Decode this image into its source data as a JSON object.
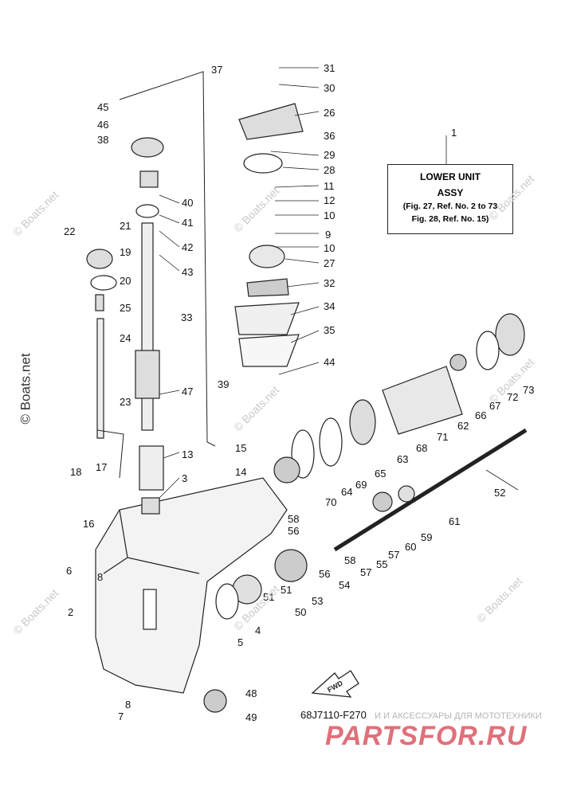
{
  "info_box": {
    "title": "LOWER UNIT",
    "subtitle": "ASSY",
    "ref1": "(Fig. 27, Ref. No. 2 to 73",
    "ref2": "Fig. 28, Ref. No. 15)"
  },
  "part_code": "68J7110-F270",
  "footer_tagline": "И И АКСЕССУАРЫ ДЛЯ МОТОТЕХНИКИ",
  "footer_brand": "PARTSFOR.RU",
  "copyright_text": "© Boats.net",
  "watermark_text": "© Boats.net",
  "fwd_label": "FWD",
  "colors": {
    "line": "#222222",
    "watermark": "#c9c9c9",
    "brand": "#e0707a"
  },
  "labels": {
    "n1": "1",
    "n2": "2",
    "n3": "3",
    "n4": "4",
    "n5": "5",
    "n6": "6",
    "n7": "7",
    "n8a": "8",
    "n8b": "8",
    "n9": "9",
    "n10a": "10",
    "n10b": "10",
    "n11": "11",
    "n12": "12",
    "n13": "13",
    "n14": "14",
    "n15": "15",
    "n16": "16",
    "n17": "17",
    "n18": "18",
    "n19": "19",
    "n20": "20",
    "n21": "21",
    "n22": "22",
    "n23": "23",
    "n24": "24",
    "n25": "25",
    "n26": "26",
    "n27": "27",
    "n28": "28",
    "n29": "29",
    "n30": "30",
    "n31": "31",
    "n32": "32",
    "n33": "33",
    "n34": "34",
    "n35": "35",
    "n36": "36",
    "n37": "37",
    "n38": "38",
    "n39": "39",
    "n40": "40",
    "n41": "41",
    "n42": "42",
    "n43": "43",
    "n44": "44",
    "n45": "45",
    "n46": "46",
    "n47": "47",
    "n48": "48",
    "n49": "49",
    "n50": "50",
    "n51a": "51",
    "n51b": "51",
    "n52": "52",
    "n53": "53",
    "n54": "54",
    "n55": "55",
    "n56a": "56",
    "n56b": "56",
    "n57a": "57",
    "n57b": "57",
    "n58a": "58",
    "n58b": "58",
    "n59": "59",
    "n60": "60",
    "n61": "61",
    "n62": "62",
    "n63": "63",
    "n64": "64",
    "n65": "65",
    "n66": "66",
    "n67": "67",
    "n68": "68",
    "n69": "69",
    "n70": "70",
    "n71": "71",
    "n72": "72",
    "n73": "73"
  }
}
